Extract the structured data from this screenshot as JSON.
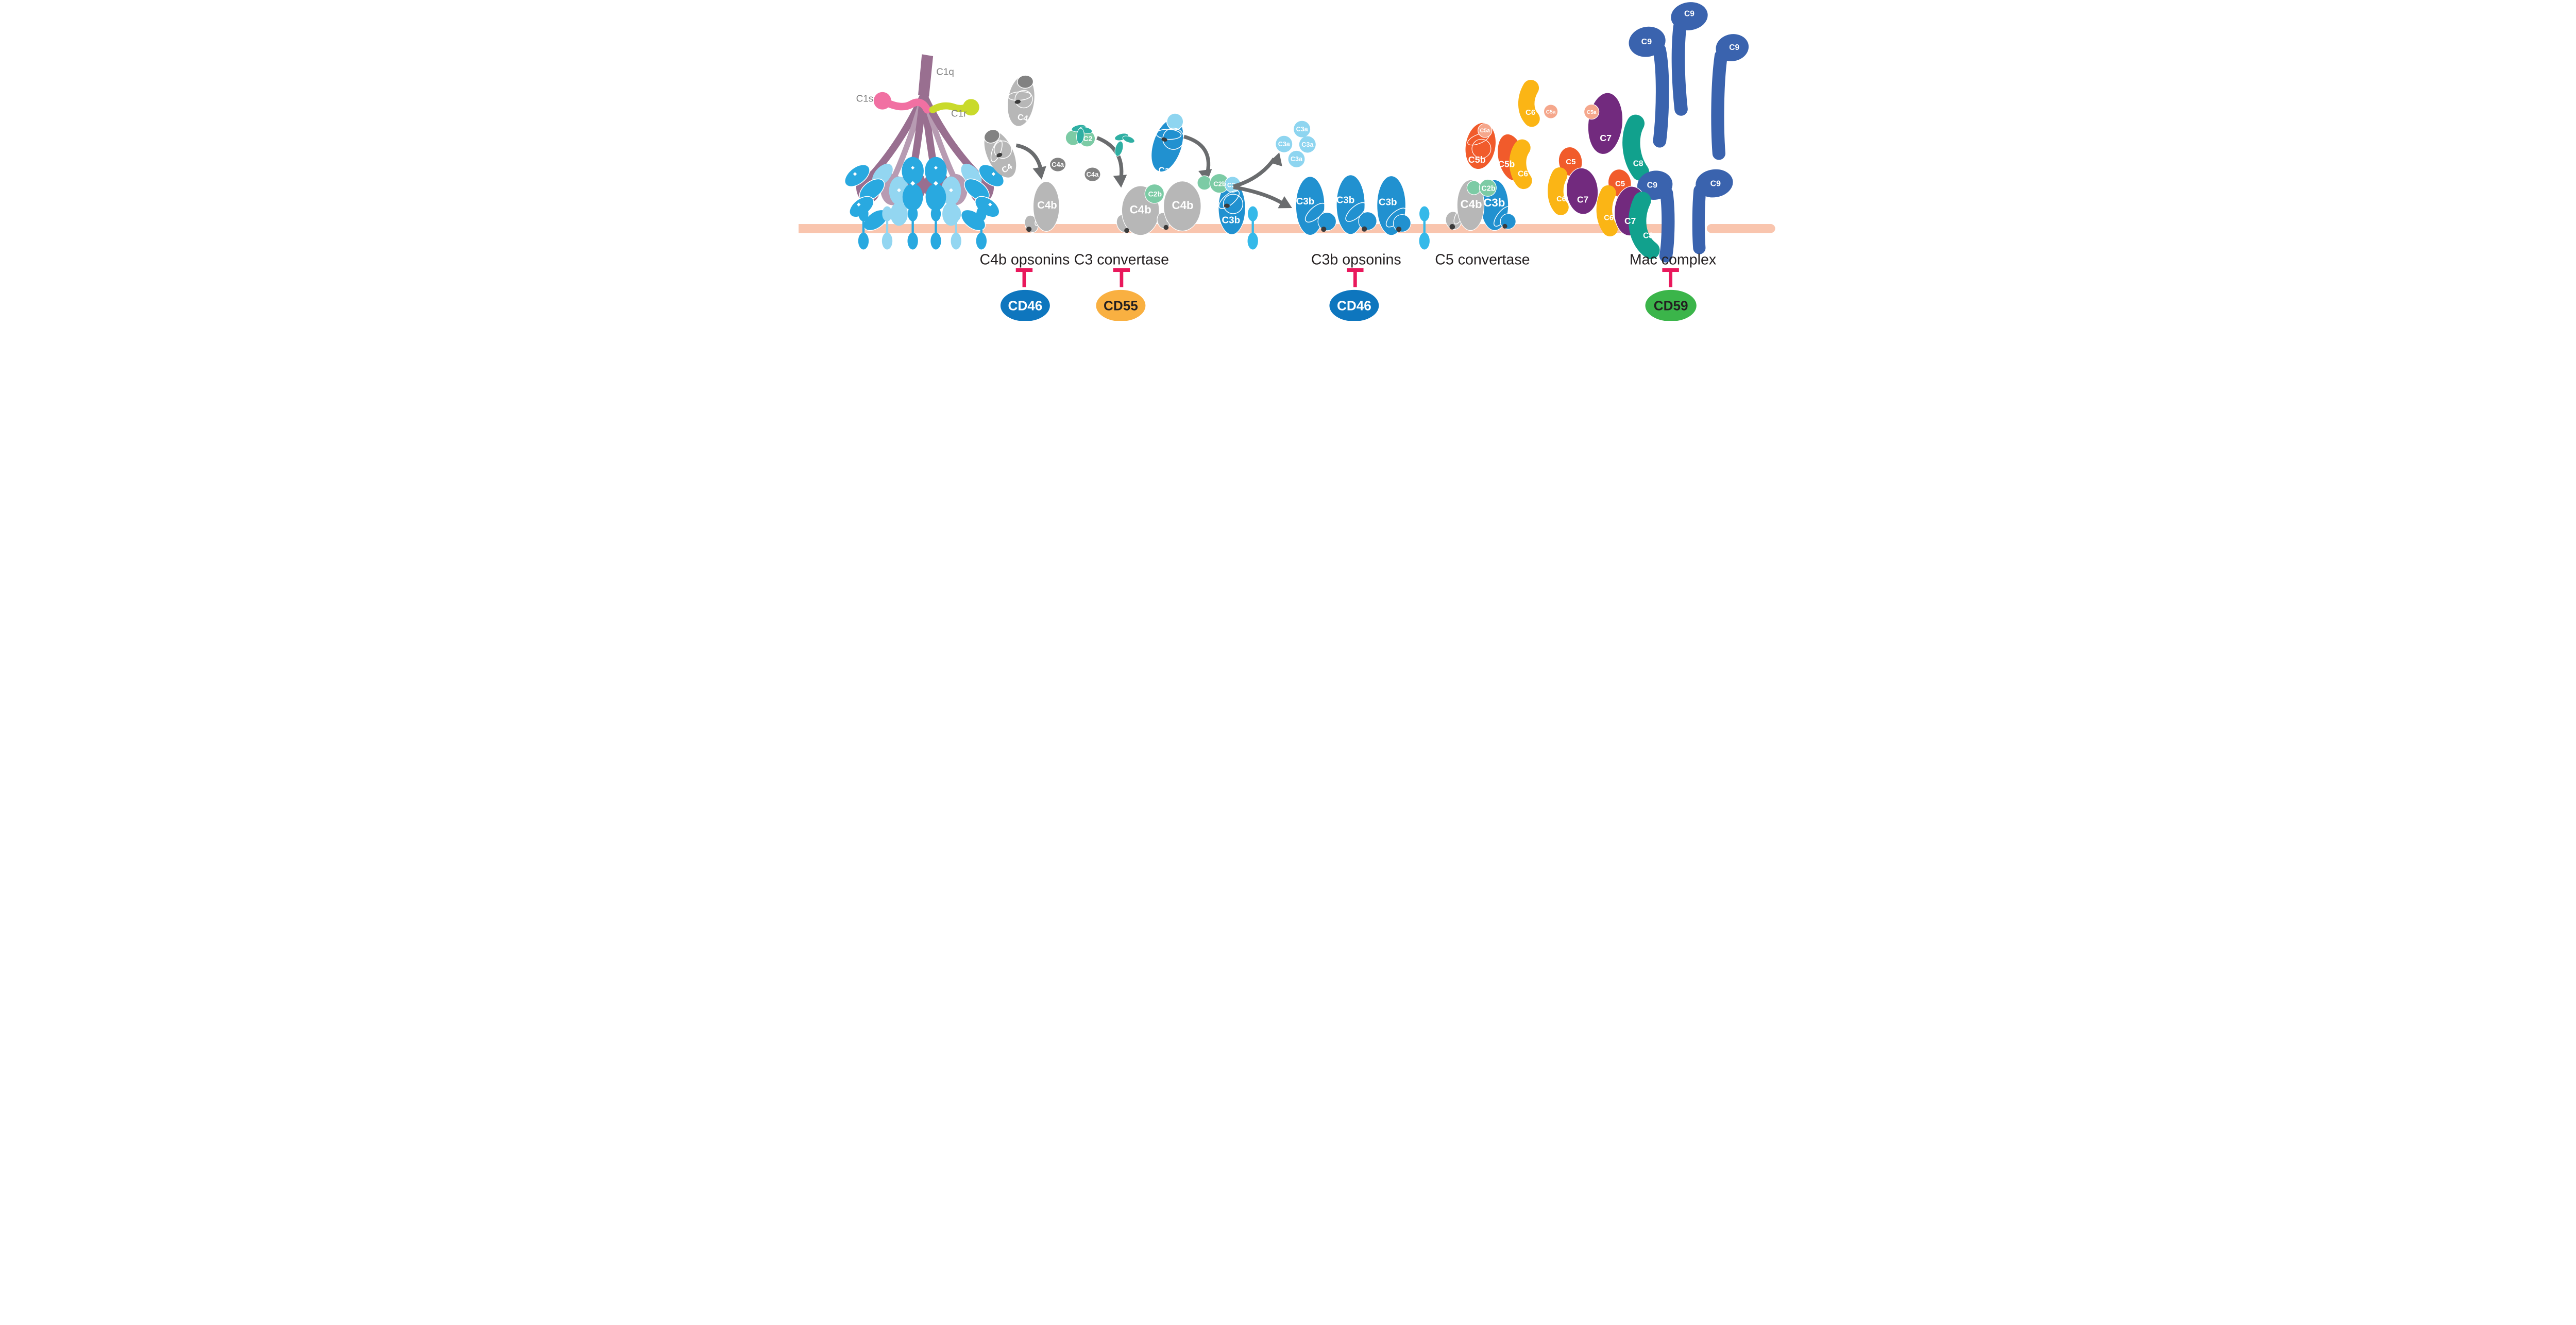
{
  "labels": {
    "c1q": "C1q",
    "c1s": "C1s",
    "c1r": "C1r",
    "c2": "C2",
    "c2b": "C2b",
    "c3": "C3",
    "c3a": "C3a",
    "c3b": "C3b",
    "c4": "C4",
    "c4a": "C4a",
    "c4b": "C4b",
    "c5": "C5",
    "c5a": "C5a",
    "c5b": "C5b",
    "c6": "C6",
    "c7": "C7",
    "c8": "C8",
    "c9": "C9"
  },
  "captions": {
    "c4b_opsonins": "C4b opsonins",
    "c3_convertase": "C3 convertase",
    "c3b_opsonins": "C3b opsonins",
    "c5_convertase": "C5 convertase",
    "mac_complex": "Mac complex"
  },
  "inhibitors": {
    "cd46": "CD46",
    "cd55": "CD55",
    "cd59": "CD59"
  },
  "colors": {
    "membrane": "#F9C5AE",
    "antibody": "#29A9E0",
    "antibody_light": "#93D6F1",
    "receptor": "#35B9E9",
    "c1q_purple": "#996F90",
    "c1q_purple_light": "#B79BB2",
    "c1s_pink": "#F170A2",
    "c1r_chartreuse": "#C9DA2B",
    "gray": "#B7B7B7",
    "gray_dark": "#828282",
    "dot": "#3B3B3B",
    "green": "#7CCBA5",
    "teal": "#2FAFA3",
    "blue": "#2191D0",
    "blue_light": "#8ED5F0",
    "orange": "#F15B2B",
    "salmon": "#F5A78C",
    "yellow": "#FBB515",
    "purple": "#722A7E",
    "teal_dark": "#11A18D",
    "c9_blue": "#3A63AE",
    "cd46_blue": "#0E76BE",
    "cd55_orange": "#F9B041",
    "cd59_green": "#3BB54A",
    "inhibitor_pink": "#E9185C",
    "arrow_gray": "#6A6C6E",
    "white": "#FFFFFF",
    "text_dark": "#231F20",
    "label_gray": "#808080"
  }
}
